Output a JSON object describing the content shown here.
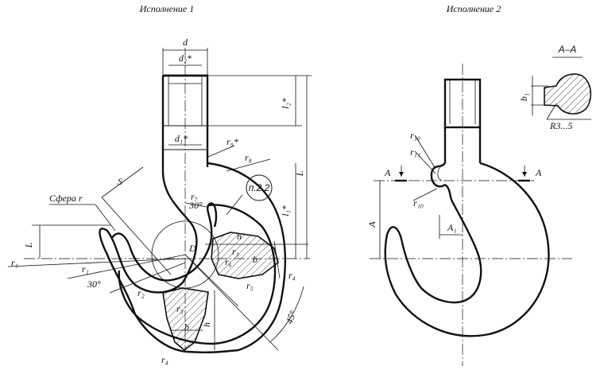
{
  "titles": {
    "variant1": "Исполнение 1",
    "variant2": "Исполнение 2"
  },
  "section_label": "А–А",
  "callout": "п.2.2",
  "sphere_label": "Сфера r",
  "labels": {
    "d": "d",
    "d2": "d₂*",
    "d1": "d₁*",
    "l2": "l₂*",
    "l1": "l₁*",
    "L_right": "L",
    "r9": "r₉*",
    "r8": "r₈",
    "r7": "r₇",
    "S": "S",
    "L_left": "L",
    "r1a": "r₁",
    "r1b": "r₁",
    "ang30a": "30°",
    "ang30b": "30°",
    "D": "D",
    "h_top": "h",
    "b_top": "b",
    "r3_top": "r₃",
    "r5": "r₅",
    "r6": "r₆",
    "r4_right": "r₄",
    "r2": "r₂",
    "r3_bottom": "r₃",
    "b_bottom": "b",
    "h_bottom": "h",
    "r4_bottom": "r₄",
    "ang45": "45°",
    "A_left": "А",
    "A_right": "А",
    "A_dim": "А",
    "A1": "А₁",
    "r10a": "r₁₀",
    "r11": "r₁₁",
    "r10b": "r₁₀",
    "b1": "b₁",
    "R3_5": "R3...5"
  }
}
